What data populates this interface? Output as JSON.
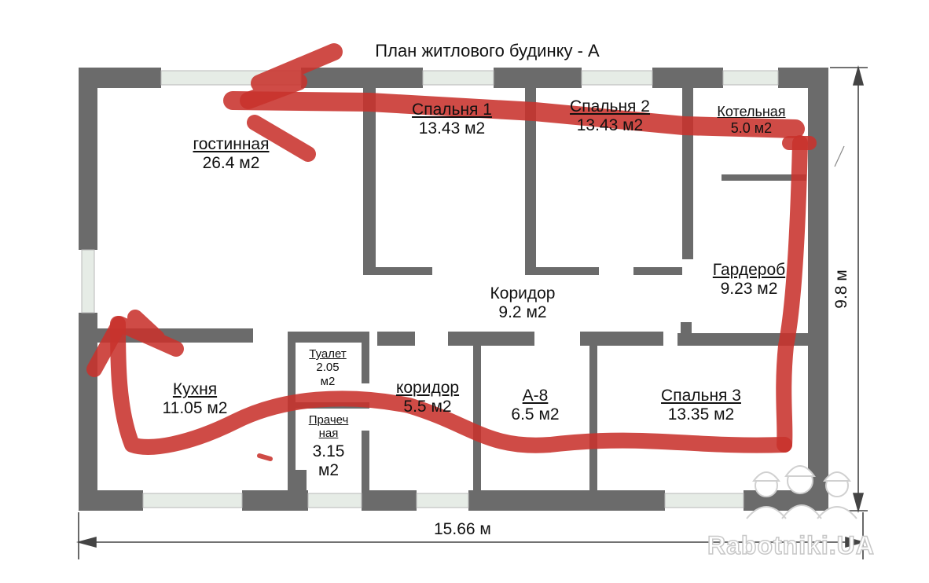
{
  "title": "План житлового будинку - А",
  "rooms": {
    "living": {
      "name": "гостинная",
      "area": "26.4 м2"
    },
    "bedroom1": {
      "name": "Спальня 1",
      "area": "13.43 м2"
    },
    "bedroom2": {
      "name": "Спальня 2",
      "area": "13.43 м2"
    },
    "boiler": {
      "name": "Котельная",
      "area": "5.0 м2"
    },
    "wardrobe": {
      "name": "Гардероб",
      "area": "9.23 м2"
    },
    "corridor": {
      "name": "Коридор",
      "area": "9.2 м2"
    },
    "kitchen": {
      "name": "Кухня",
      "area": "11.05 м2"
    },
    "toilet": {
      "name": "Туалет",
      "area_line1": "2.05",
      "area_line2": "м2"
    },
    "laundry": {
      "name_line1": "Прачеч",
      "name_line2": "ная",
      "area_line1": "3.15",
      "area_line2": "м2"
    },
    "corridor2": {
      "name": "коридор",
      "area": "5.5 м2"
    },
    "a8": {
      "name": "А-8",
      "area": "6.5 м2"
    },
    "bedroom3": {
      "name": "Спальня 3",
      "area": "13.35 м2"
    }
  },
  "dimensions": {
    "width": "15.66 м",
    "height": "9.8 м"
  },
  "watermark": {
    "text": "Rabotniki.UA",
    "icon": "workers-helmet-icon"
  },
  "colors": {
    "wall": "#6b6b6b",
    "annotation": "#c8322c",
    "window": "#d9e2da"
  }
}
